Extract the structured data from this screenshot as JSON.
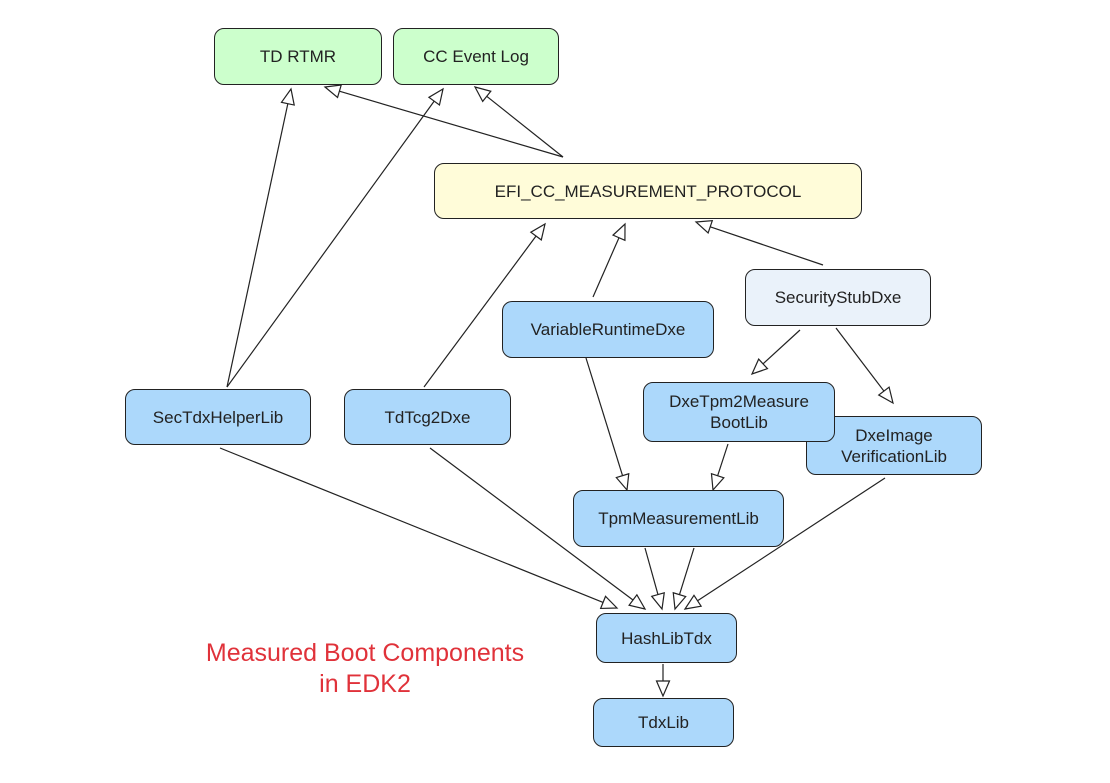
{
  "title": "Measured Boot Components in EDK2",
  "caption": {
    "line1": "Measured Boot Components",
    "line2": "in EDK2",
    "color": "#e0323a"
  },
  "colors": {
    "target": "#ccffcc",
    "protocol": "#fffcd9",
    "security": "#eaf2fa",
    "component": "#acd8fb",
    "edge": "#222222"
  },
  "nodes": {
    "td_rtmr": {
      "label": "TD RTMR"
    },
    "cc_event_log": {
      "label": "CC Event Log"
    },
    "efi_cc_measurement_protocol": {
      "label": "EFI_CC_MEASUREMENT_PROTOCOL"
    },
    "security_stub_dxe": {
      "label": "SecurityStubDxe"
    },
    "variable_runtime_dxe": {
      "label": "VariableRuntimeDxe"
    },
    "sec_tdx_helper_lib": {
      "label": "SecTdxHelperLib"
    },
    "td_tcg2_dxe": {
      "label": "TdTcg2Dxe"
    },
    "dxe_tpm2_measure_boot_lib": {
      "line1": "DxeTpm2Measure",
      "line2": "BootLib"
    },
    "dxe_image_verification_lib": {
      "line1": "DxeImage",
      "line2": "VerificationLib"
    },
    "tpm_measurement_lib": {
      "label": "TpmMeasurementLib"
    },
    "hash_lib_tdx": {
      "label": "HashLibTdx"
    },
    "tdx_lib": {
      "label": "TdxLib"
    }
  },
  "edges": [
    {
      "from": "efi_cc_measurement_protocol",
      "to": "td_rtmr"
    },
    {
      "from": "efi_cc_measurement_protocol",
      "to": "cc_event_log"
    },
    {
      "from": "sec_tdx_helper_lib",
      "to": "td_rtmr"
    },
    {
      "from": "sec_tdx_helper_lib",
      "to": "cc_event_log"
    },
    {
      "from": "td_tcg2_dxe",
      "to": "efi_cc_measurement_protocol"
    },
    {
      "from": "variable_runtime_dxe",
      "to": "efi_cc_measurement_protocol"
    },
    {
      "from": "security_stub_dxe",
      "to": "efi_cc_measurement_protocol"
    },
    {
      "from": "security_stub_dxe",
      "to": "dxe_tpm2_measure_boot_lib"
    },
    {
      "from": "security_stub_dxe",
      "to": "dxe_image_verification_lib"
    },
    {
      "from": "variable_runtime_dxe",
      "to": "tpm_measurement_lib"
    },
    {
      "from": "dxe_tpm2_measure_boot_lib",
      "to": "tpm_measurement_lib"
    },
    {
      "from": "sec_tdx_helper_lib",
      "to": "hash_lib_tdx"
    },
    {
      "from": "td_tcg2_dxe",
      "to": "hash_lib_tdx"
    },
    {
      "from": "tpm_measurement_lib",
      "to": "hash_lib_tdx"
    },
    {
      "from": "dxe_image_verification_lib",
      "to": "hash_lib_tdx"
    },
    {
      "from": "hash_lib_tdx",
      "to": "tdx_lib"
    }
  ]
}
